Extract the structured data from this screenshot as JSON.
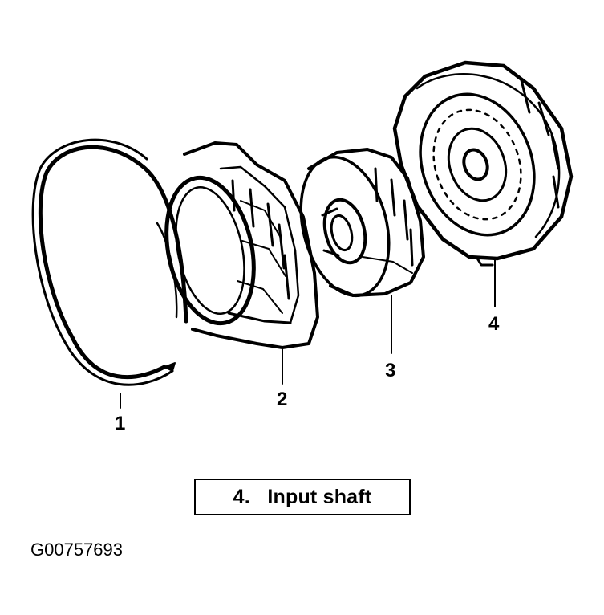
{
  "callouts": [
    "1",
    "2",
    "3",
    "4"
  ],
  "caption": "4.   Input shaft",
  "figure_id": "G00757693"
}
